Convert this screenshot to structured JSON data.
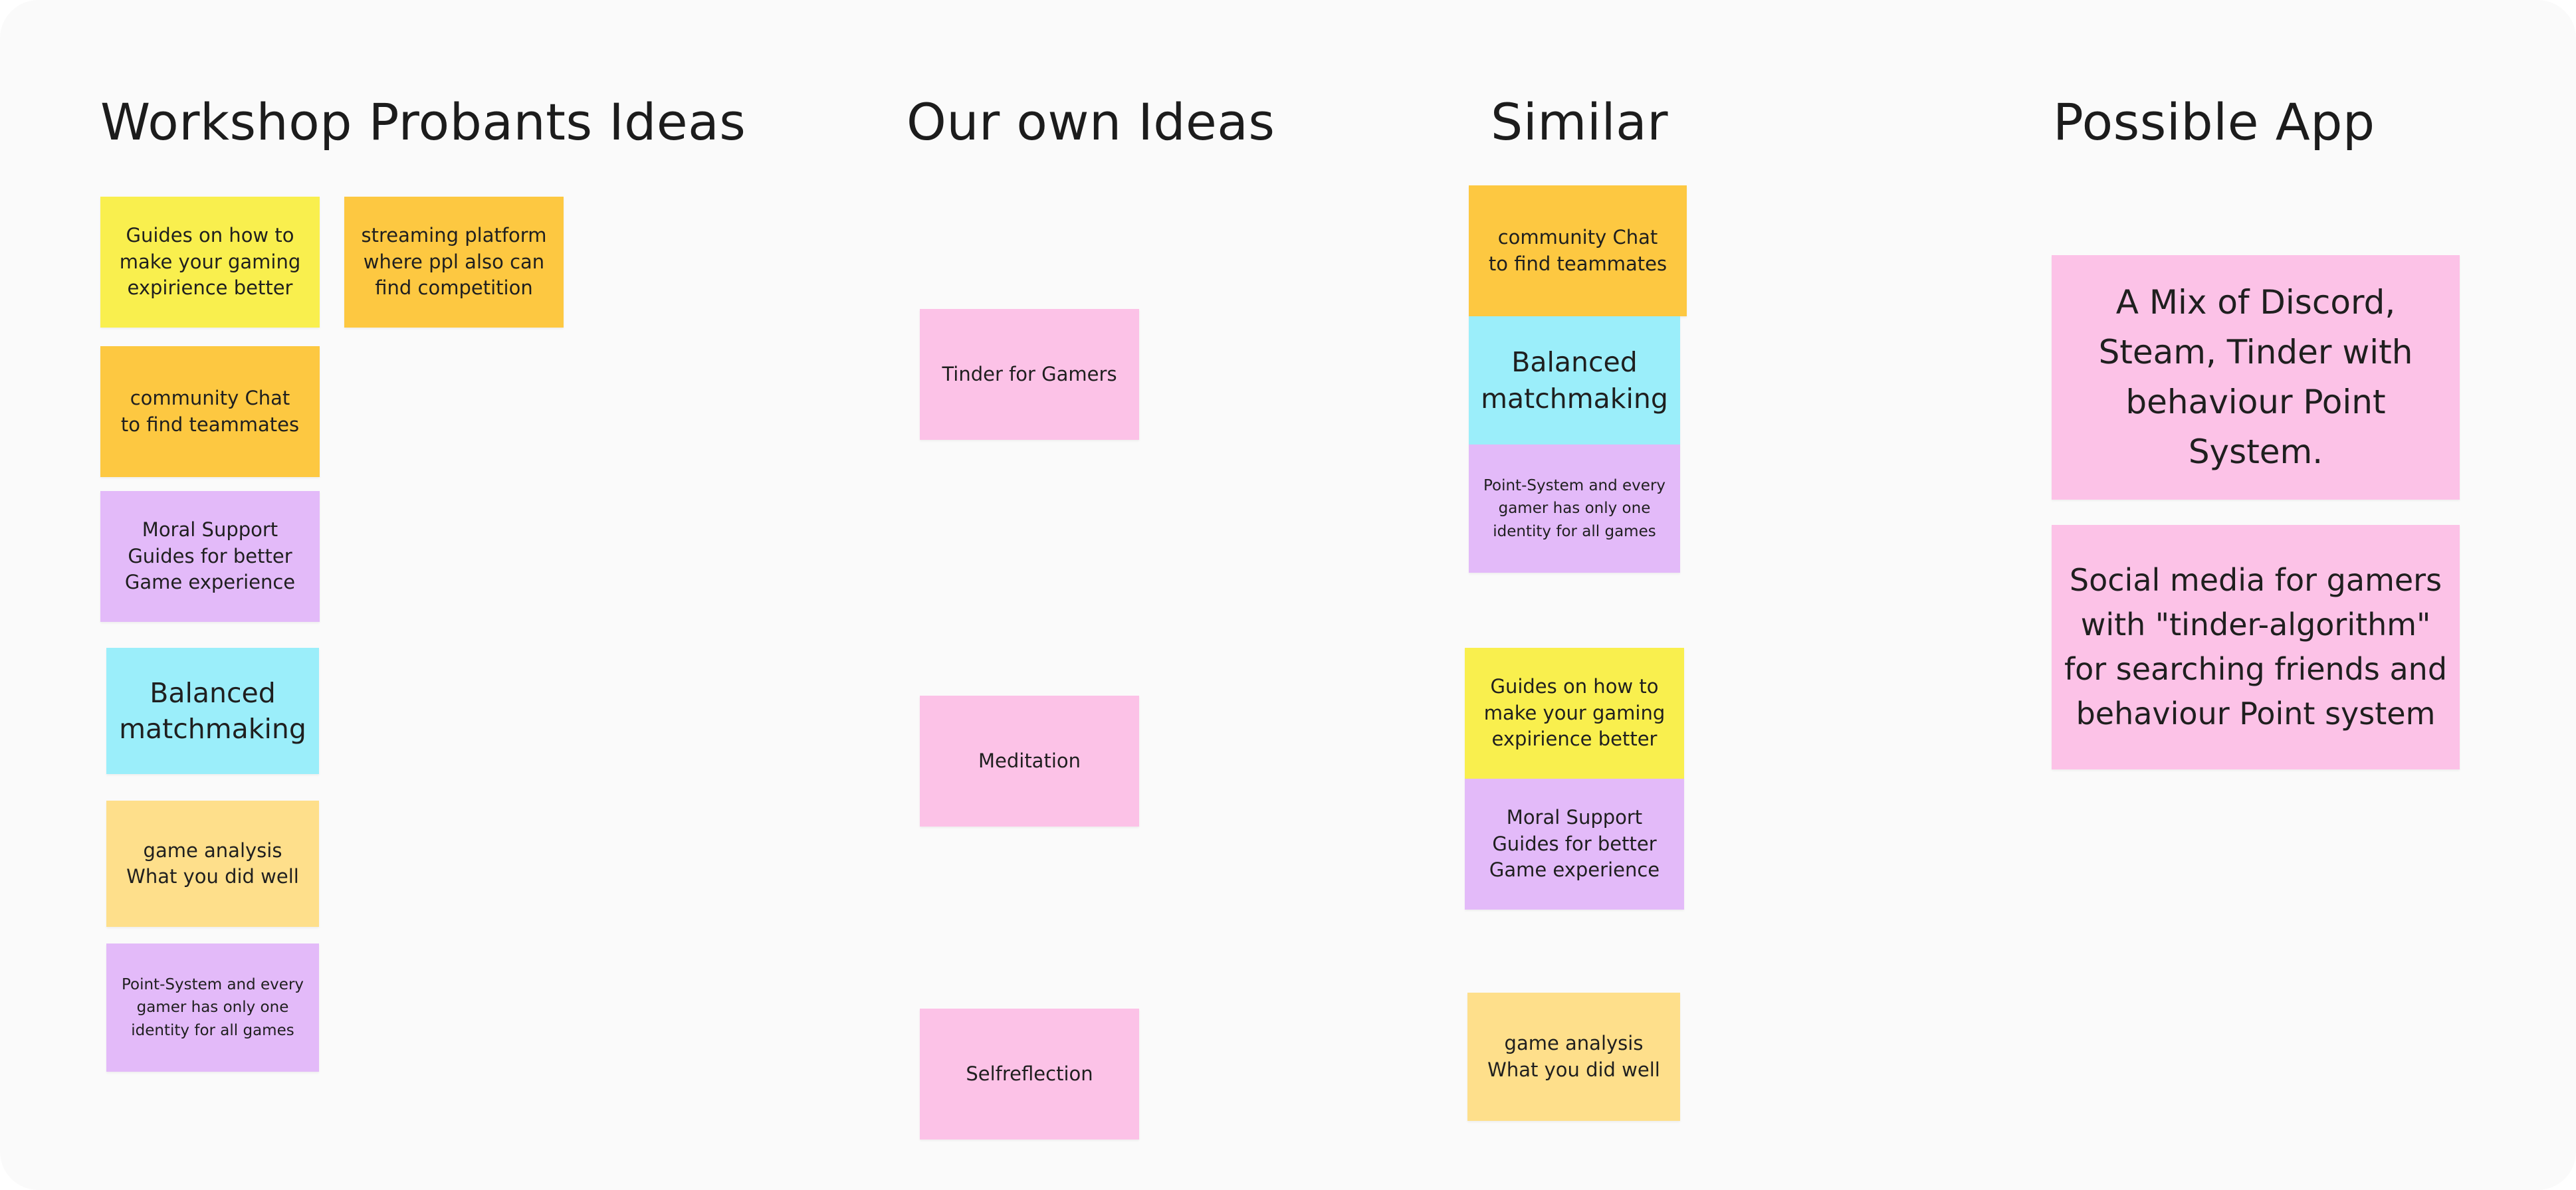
{
  "colors": {
    "yellow": "#f9ef4e",
    "orange": "#fdc841",
    "violet": "#e3baf9",
    "cyan": "#9beefa",
    "sand": "#fedf8b",
    "pink": "#fcc2e7",
    "board_background": "#fafafa"
  },
  "columns": {
    "workshop": {
      "title": "Workshop Probants Ideas",
      "notes": [
        "Guides on how to\nmake your gaming\nexpirience better",
        "streaming platform\nwhere ppl also can\nfind competition",
        "community Chat\nto find teammates",
        "Moral Support\nGuides for better\nGame experience",
        "Balanced\nmatchmaking",
        "game analysis\nWhat you did well",
        "Point-System and every\ngamer has only one\nidentity for all games"
      ]
    },
    "own": {
      "title": "Our own Ideas",
      "notes": [
        "Tinder for Gamers",
        "Meditation",
        "Selfreflection"
      ]
    },
    "similar": {
      "title": "Similar",
      "notes": [
        "community Chat\nto find teammates",
        "Balanced\nmatchmaking",
        "Point-System and every\ngamer has only one\nidentity for all games",
        "Guides on how to\nmake your gaming\nexpirience better",
        "Moral Support\nGuides for better\nGame experience",
        "game analysis\nWhat you did well"
      ]
    },
    "app": {
      "title": "Possible App",
      "notes": [
        "A Mix of Discord,\nSteam, Tinder with\nbehaviour Point\nSystem.",
        "Social media for gamers\nwith \"tinder-algorithm\"\nfor searching friends and\nbehaviour Point system"
      ]
    }
  }
}
